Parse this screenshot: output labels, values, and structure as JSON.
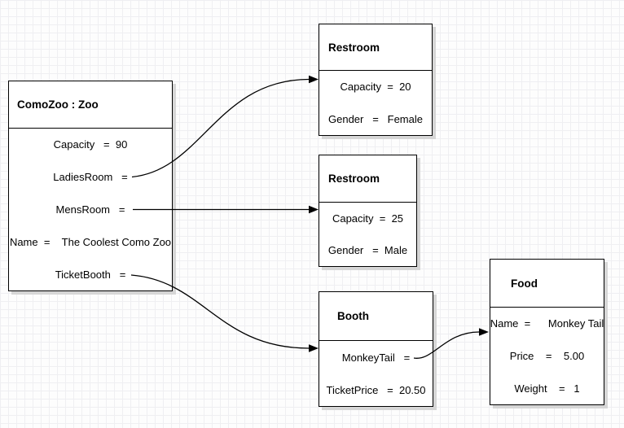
{
  "colors": {
    "line": "#000000",
    "box_fill": "#ffffff",
    "shadow": "#d6d6d6",
    "grid_line": "#efeff2",
    "canvas": "#fdfdfd"
  },
  "boxes": [
    {
      "title": "ComoZoo : Zoo",
      "fields": [
        "Capacity   =  90",
        "LadiesRoom   =",
        "MensRoom   =",
        "Name  =    The Coolest Como Zoo",
        "TicketBooth   ="
      ]
    },
    {
      "title": "Restroom",
      "fields": [
        "Capacity  =  20",
        "Gender   =   Female"
      ]
    },
    {
      "title": "Restroom",
      "fields": [
        "Capacity  =  25",
        "Gender   =  Male"
      ]
    },
    {
      "title": "Booth",
      "fields": [
        "MonkeyTail   =",
        "TicketPrice   =  20.50"
      ]
    },
    {
      "title": "Food",
      "fields": [
        "Name  =      Monkey Tail",
        "Price    =    5.00",
        "Weight    =   1"
      ]
    }
  ],
  "connections": [
    {
      "from": "ComoZoo.LadiesRoom",
      "to": "Restroom (Female)"
    },
    {
      "from": "ComoZoo.MensRoom",
      "to": "Restroom (Male)"
    },
    {
      "from": "ComoZoo.TicketBooth",
      "to": "Booth"
    },
    {
      "from": "Booth.MonkeyTail",
      "to": "Food"
    }
  ]
}
